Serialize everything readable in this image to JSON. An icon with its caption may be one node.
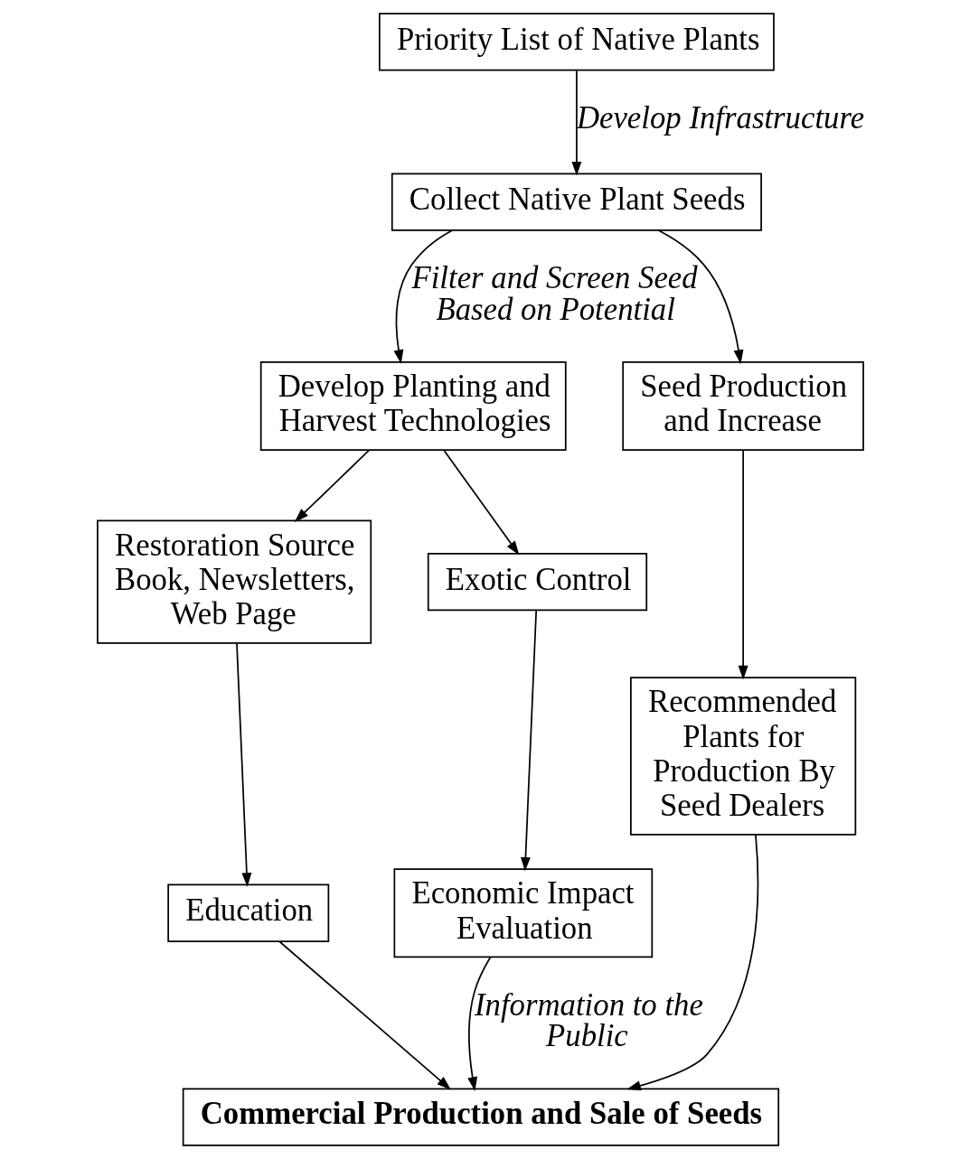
{
  "diagram": {
    "nodes": [
      {
        "text": [
          "Priority List of Native Plants"
        ]
      },
      {
        "text": [
          "Collect Native Plant Seeds"
        ]
      },
      {
        "text": [
          "Develop Planting and Harvest Technologies"
        ]
      },
      {
        "text": [
          "Seed Production and Increase"
        ]
      },
      {
        "text": [
          "Restoration Source Book, Newsletters, Web Page"
        ]
      },
      {
        "text": [
          "Exotic Control"
        ]
      },
      {
        "text": [
          "Recommended Plants for Production By Seed Dealers"
        ]
      },
      {
        "text": [
          "Education"
        ]
      },
      {
        "text": [
          "Economic Impact Evaluation"
        ]
      },
      {
        "text": [
          "Commercial Production and Sale of Seeds"
        ]
      }
    ],
    "edges": [
      {
        "from": 0,
        "to": 1,
        "arrow": "to",
        "label": "Develop Infrastructure"
      },
      {
        "from": 1,
        "to": 2,
        "arrow": "to",
        "label": "Filter and Screen Seed Based on Potential"
      },
      {
        "from": 1,
        "to": 3,
        "arrow": "to"
      },
      {
        "from": 2,
        "to": 4,
        "arrow": "to"
      },
      {
        "from": 2,
        "to": 5,
        "arrow": "to"
      },
      {
        "from": 3,
        "to": 6,
        "arrow": "to"
      },
      {
        "from": 4,
        "to": 7,
        "arrow": "to"
      },
      {
        "from": 5,
        "to": 8,
        "arrow": "to"
      },
      {
        "from": 7,
        "to": 9,
        "arrow": "to"
      },
      {
        "from": 8,
        "to": 9,
        "arrow": "to",
        "label": "Information to the Public"
      },
      {
        "from": 6,
        "to": 9,
        "arrow": "to"
      }
    ]
  }
}
